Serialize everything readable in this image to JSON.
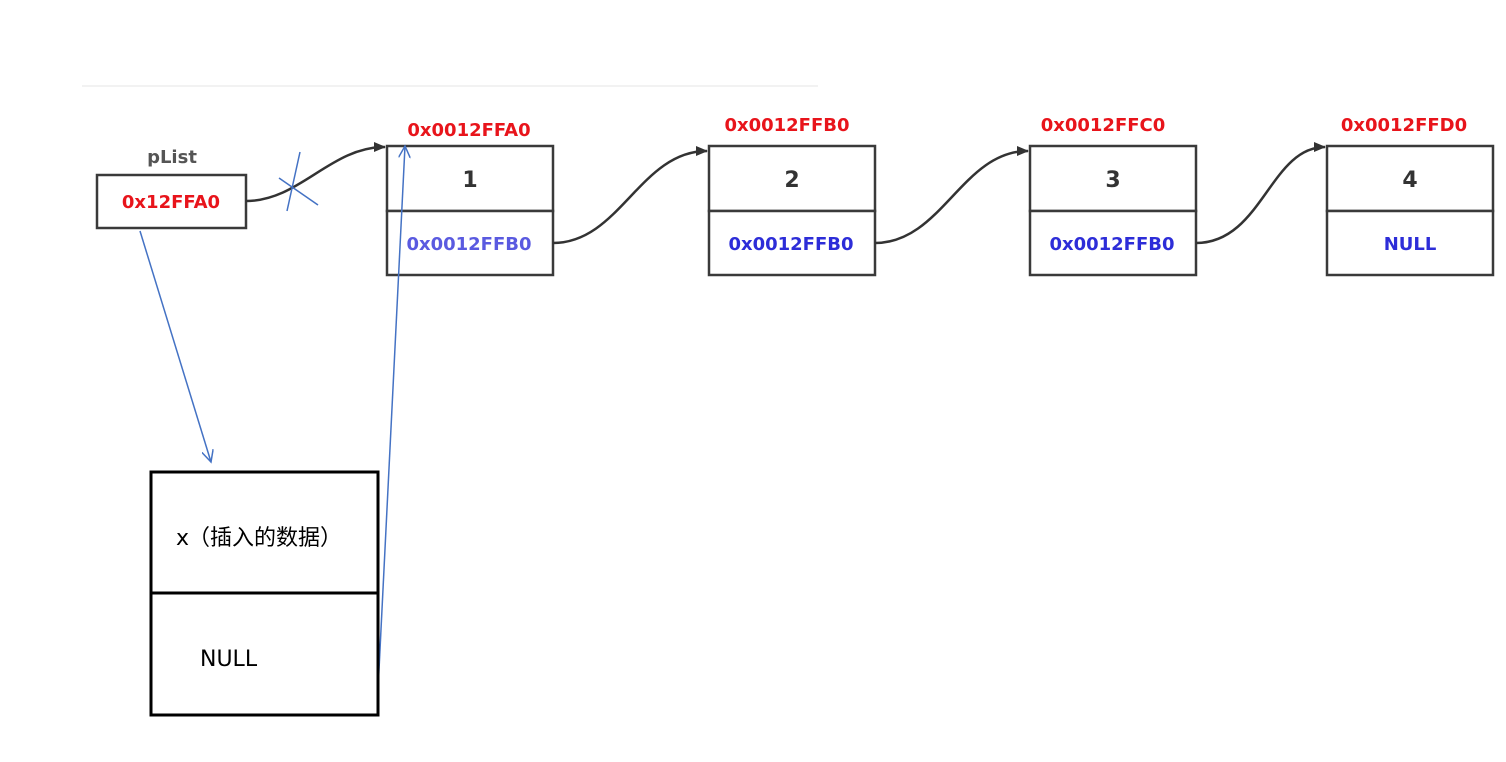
{
  "colors": {
    "address_red": "#e8141b",
    "pointer_blue": "#2d2dd8",
    "pointer_blue_light": "#5a5ae0",
    "annotation_blue": "#4472c4",
    "box_border": "#3a3a3a"
  },
  "head": {
    "label": "pList",
    "value": "0x12FFA0"
  },
  "nodes": [
    {
      "address": "0x0012FFA0",
      "data": "1",
      "next": "0x0012FFB0"
    },
    {
      "address": "0x0012FFB0",
      "data": "2",
      "next": "0x0012FFB0"
    },
    {
      "address": "0x0012FFC0",
      "data": "3",
      "next": "0x0012FFB0"
    },
    {
      "address": "0x0012FFD0",
      "data": "4",
      "next": "NULL"
    }
  ],
  "new_node": {
    "data_prefix": "x",
    "data_label": "（插入的数据）",
    "next": "NULL"
  }
}
